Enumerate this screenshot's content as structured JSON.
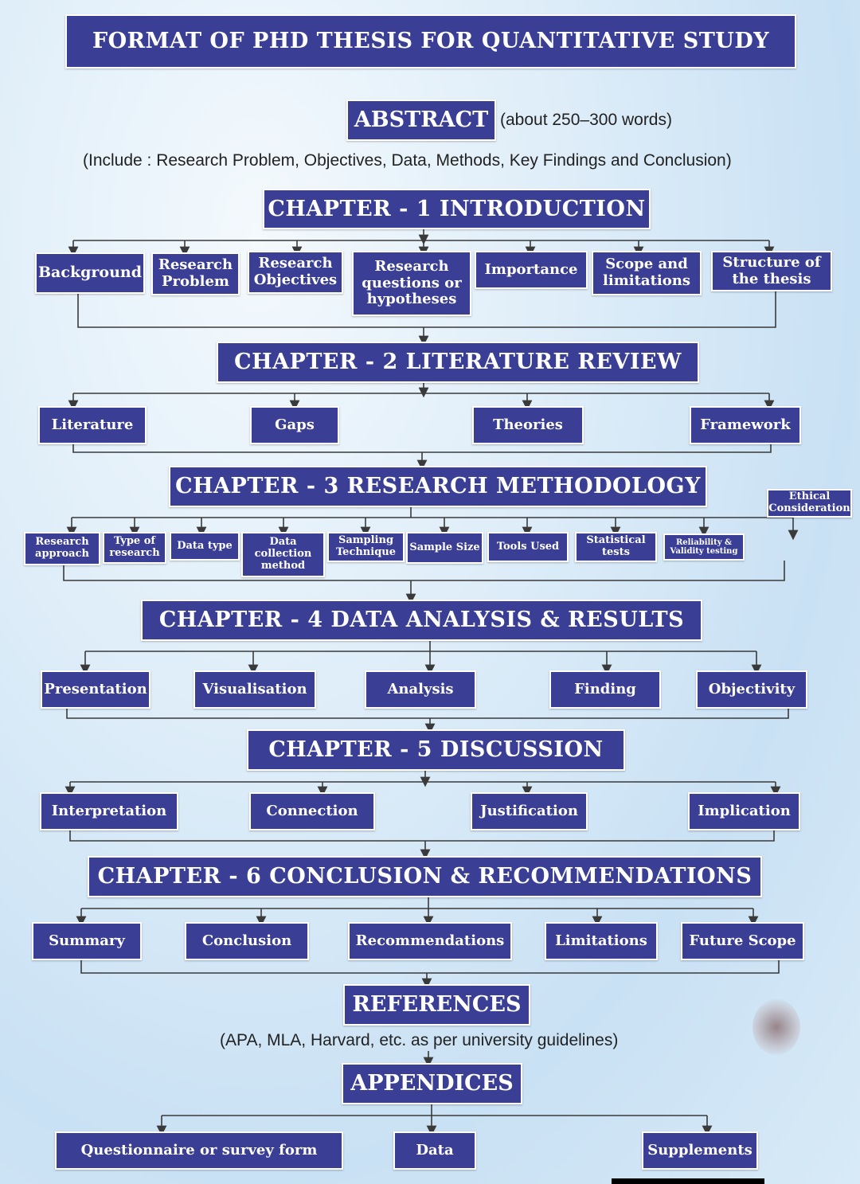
{
  "title": "FORMAT OF PHD THESIS FOR QUANTITATIVE STUDY",
  "abstract": {
    "label": "ABSTRACT",
    "note": "(about 250–300 words)",
    "include": "(Include : Research Problem, Objectives, Data, Methods, Key Findings and Conclusion)"
  },
  "chapter1": {
    "label": "CHAPTER - 1 INTRODUCTION",
    "items": [
      "Background",
      "Research Problem",
      "Research Objectives",
      "Research questions or hypotheses",
      "Importance",
      "Scope and limitations",
      "Structure of the thesis"
    ]
  },
  "chapter2": {
    "label": "CHAPTER - 2 LITERATURE REVIEW",
    "items": [
      "Literature",
      "Gaps",
      "Theories",
      "Framework"
    ]
  },
  "chapter3": {
    "label": "CHAPTER - 3 RESEARCH METHODOLOGY",
    "ethical": "Ethical Consideration",
    "items": [
      "Research approach",
      "Type of research",
      "Data type",
      "Data collection method",
      "Sampling Technique",
      "Sample Size",
      "Tools Used",
      "Statistical tests",
      "Reliability & Validity testing"
    ]
  },
  "chapter4": {
    "label": "CHAPTER - 4 DATA ANALYSIS & RESULTS",
    "items": [
      "Presentation",
      "Visualisation",
      "Analysis",
      "Finding",
      "Objectivity"
    ]
  },
  "chapter5": {
    "label": "CHAPTER - 5 DISCUSSION",
    "items": [
      "Interpretation",
      "Connection",
      "Justification",
      "Implication"
    ]
  },
  "chapter6": {
    "label": "CHAPTER - 6 CONCLUSION & RECOMMENDATIONS",
    "items": [
      "Summary",
      "Conclusion",
      "Recommendations",
      "Limitations",
      "Future Scope"
    ]
  },
  "references": {
    "label": "REFERENCES",
    "note": "(APA, MLA, Harvard, etc. as per university guidelines)"
  },
  "appendices": {
    "label": "APPENDICES",
    "items": [
      "Questionnaire or survey form",
      "Data",
      "Supplements"
    ]
  },
  "colors": {
    "box": "#3a3f95",
    "border": "#ffffff",
    "line": "#3a3a3a"
  }
}
